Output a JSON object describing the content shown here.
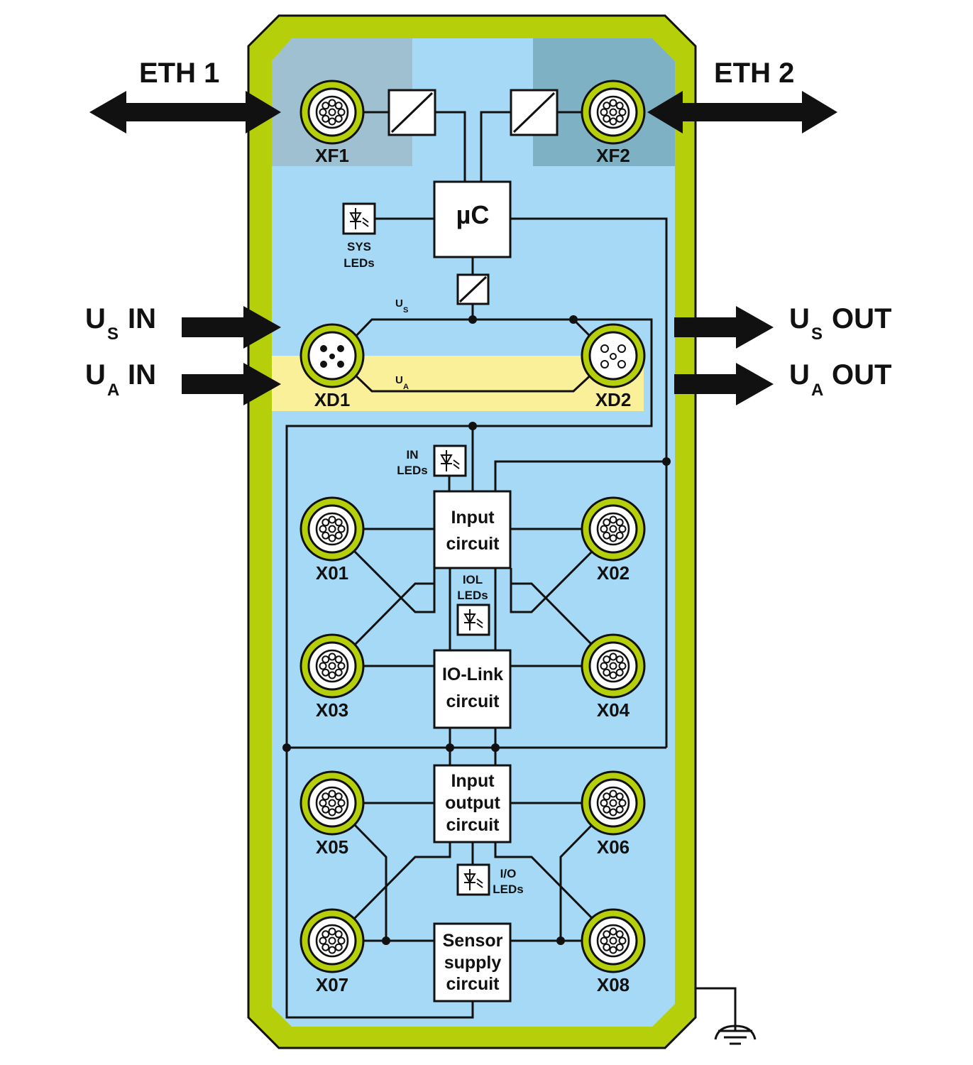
{
  "colors": {
    "housing": "#b5cf0a",
    "panel": "#a5d9f5",
    "eth1_zone": "#9ec0d0",
    "eth2_zone": "#7fb1c4",
    "power_band": "#fbf09a",
    "line": "#111111",
    "block_fill": "#ffffff"
  },
  "external": {
    "eth1": "ETH 1",
    "eth2": "ETH 2",
    "us_in": {
      "main": "U",
      "sub": "S",
      "suffix": "IN"
    },
    "ua_in": {
      "main": "U",
      "sub": "A",
      "suffix": "IN"
    },
    "us_out": {
      "main": "U",
      "sub": "S",
      "suffix": "OUT"
    },
    "ua_out": {
      "main": "U",
      "sub": "A",
      "suffix": "OUT"
    }
  },
  "ports": {
    "xf1": "XF1",
    "xf2": "XF2",
    "xd1": "XD1",
    "xd2": "XD2",
    "x01": "X01",
    "x02": "X02",
    "x03": "X03",
    "x04": "X04",
    "x05": "X05",
    "x06": "X06",
    "x07": "X07",
    "x08": "X08"
  },
  "blocks": {
    "mc": "µC",
    "input_circuit": [
      "Input",
      "circuit"
    ],
    "iolink_circuit": [
      "IO-Link",
      "circuit"
    ],
    "io_circuit": [
      "Input",
      "output",
      "circuit"
    ],
    "sensor_circuit": [
      "Sensor",
      "supply",
      "circuit"
    ]
  },
  "leds": {
    "sys": [
      "SYS",
      "LEDs"
    ],
    "in": [
      "IN",
      "LEDs"
    ],
    "iol": [
      "IOL",
      "LEDs"
    ],
    "io": [
      "I/O",
      "LEDs"
    ]
  },
  "rails": {
    "us": {
      "main": "U",
      "sub": "S"
    },
    "ua": {
      "main": "U",
      "sub": "A"
    }
  },
  "icons": {
    "connector": "m12-connector-icon",
    "led": "led-indicator-icon",
    "isolator": "isolation-block-icon",
    "ground": "ground-symbol-icon"
  }
}
